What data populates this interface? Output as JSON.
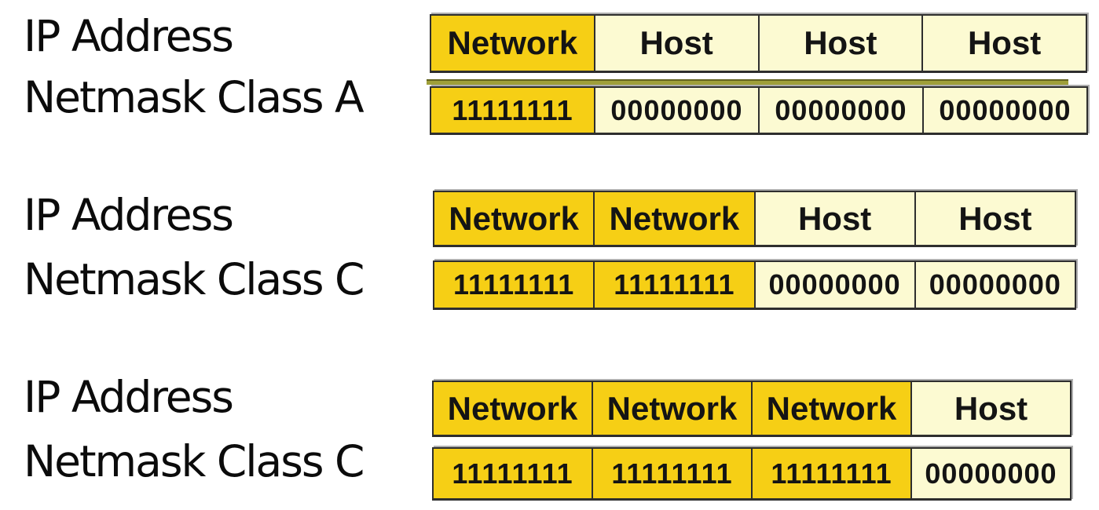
{
  "colors": {
    "network_fill": "#f6cf15",
    "host_fill": "#fcfad2",
    "cell_border": "#2e2e2e",
    "outer_edge_gray": "#aeaeae",
    "olive_rule_dark": "#63631f",
    "olive_rule_light": "#9f9f3a",
    "text": "#0b0b0b",
    "background": "#ffffff"
  },
  "sections": [
    {
      "label_line1": "IP Address",
      "label_line2": "Netmask Class A",
      "octets": [
        {
          "label": "Network",
          "type": "network"
        },
        {
          "label": "Host",
          "type": "host"
        },
        {
          "label": "Host",
          "type": "host"
        },
        {
          "label": "Host",
          "type": "host"
        }
      ],
      "netmask": [
        {
          "value": "11111111",
          "type": "network"
        },
        {
          "value": "00000000",
          "type": "host"
        },
        {
          "value": "00000000",
          "type": "host"
        },
        {
          "value": "00000000",
          "type": "host"
        }
      ],
      "has_olive_rule": true
    },
    {
      "label_line1": "IP Address",
      "label_line2": "Netmask Class C",
      "octets": [
        {
          "label": "Network",
          "type": "network"
        },
        {
          "label": "Network",
          "type": "network"
        },
        {
          "label": "Host",
          "type": "host"
        },
        {
          "label": "Host",
          "type": "host"
        }
      ],
      "netmask": [
        {
          "value": "11111111",
          "type": "network"
        },
        {
          "value": "11111111",
          "type": "network"
        },
        {
          "value": "00000000",
          "type": "host"
        },
        {
          "value": "00000000",
          "type": "host"
        }
      ],
      "has_olive_rule": false
    },
    {
      "label_line1": "IP Address",
      "label_line2": "Netmask Class C",
      "octets": [
        {
          "label": "Network",
          "type": "network"
        },
        {
          "label": "Network",
          "type": "network"
        },
        {
          "label": "Network",
          "type": "network"
        },
        {
          "label": "Host",
          "type": "host"
        }
      ],
      "netmask": [
        {
          "value": "11111111",
          "type": "network"
        },
        {
          "value": "11111111",
          "type": "network"
        },
        {
          "value": "11111111",
          "type": "network"
        },
        {
          "value": "00000000",
          "type": "host"
        }
      ],
      "has_olive_rule": false
    }
  ]
}
